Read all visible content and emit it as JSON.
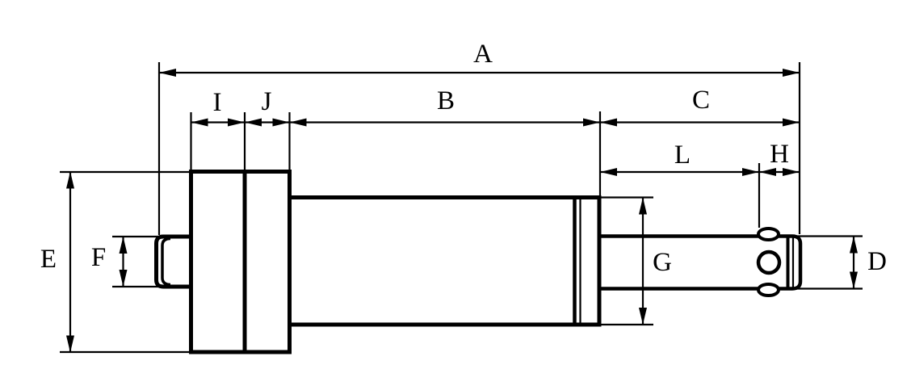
{
  "figure": {
    "background_color": "#ffffff",
    "stroke_color": "#000000"
  },
  "dimension_labels": {
    "A": "A",
    "B": "B",
    "C": "C",
    "D": "D",
    "E": "E",
    "F": "F",
    "G": "G",
    "H": "H",
    "I": "I",
    "J": "J",
    "L": "L"
  }
}
